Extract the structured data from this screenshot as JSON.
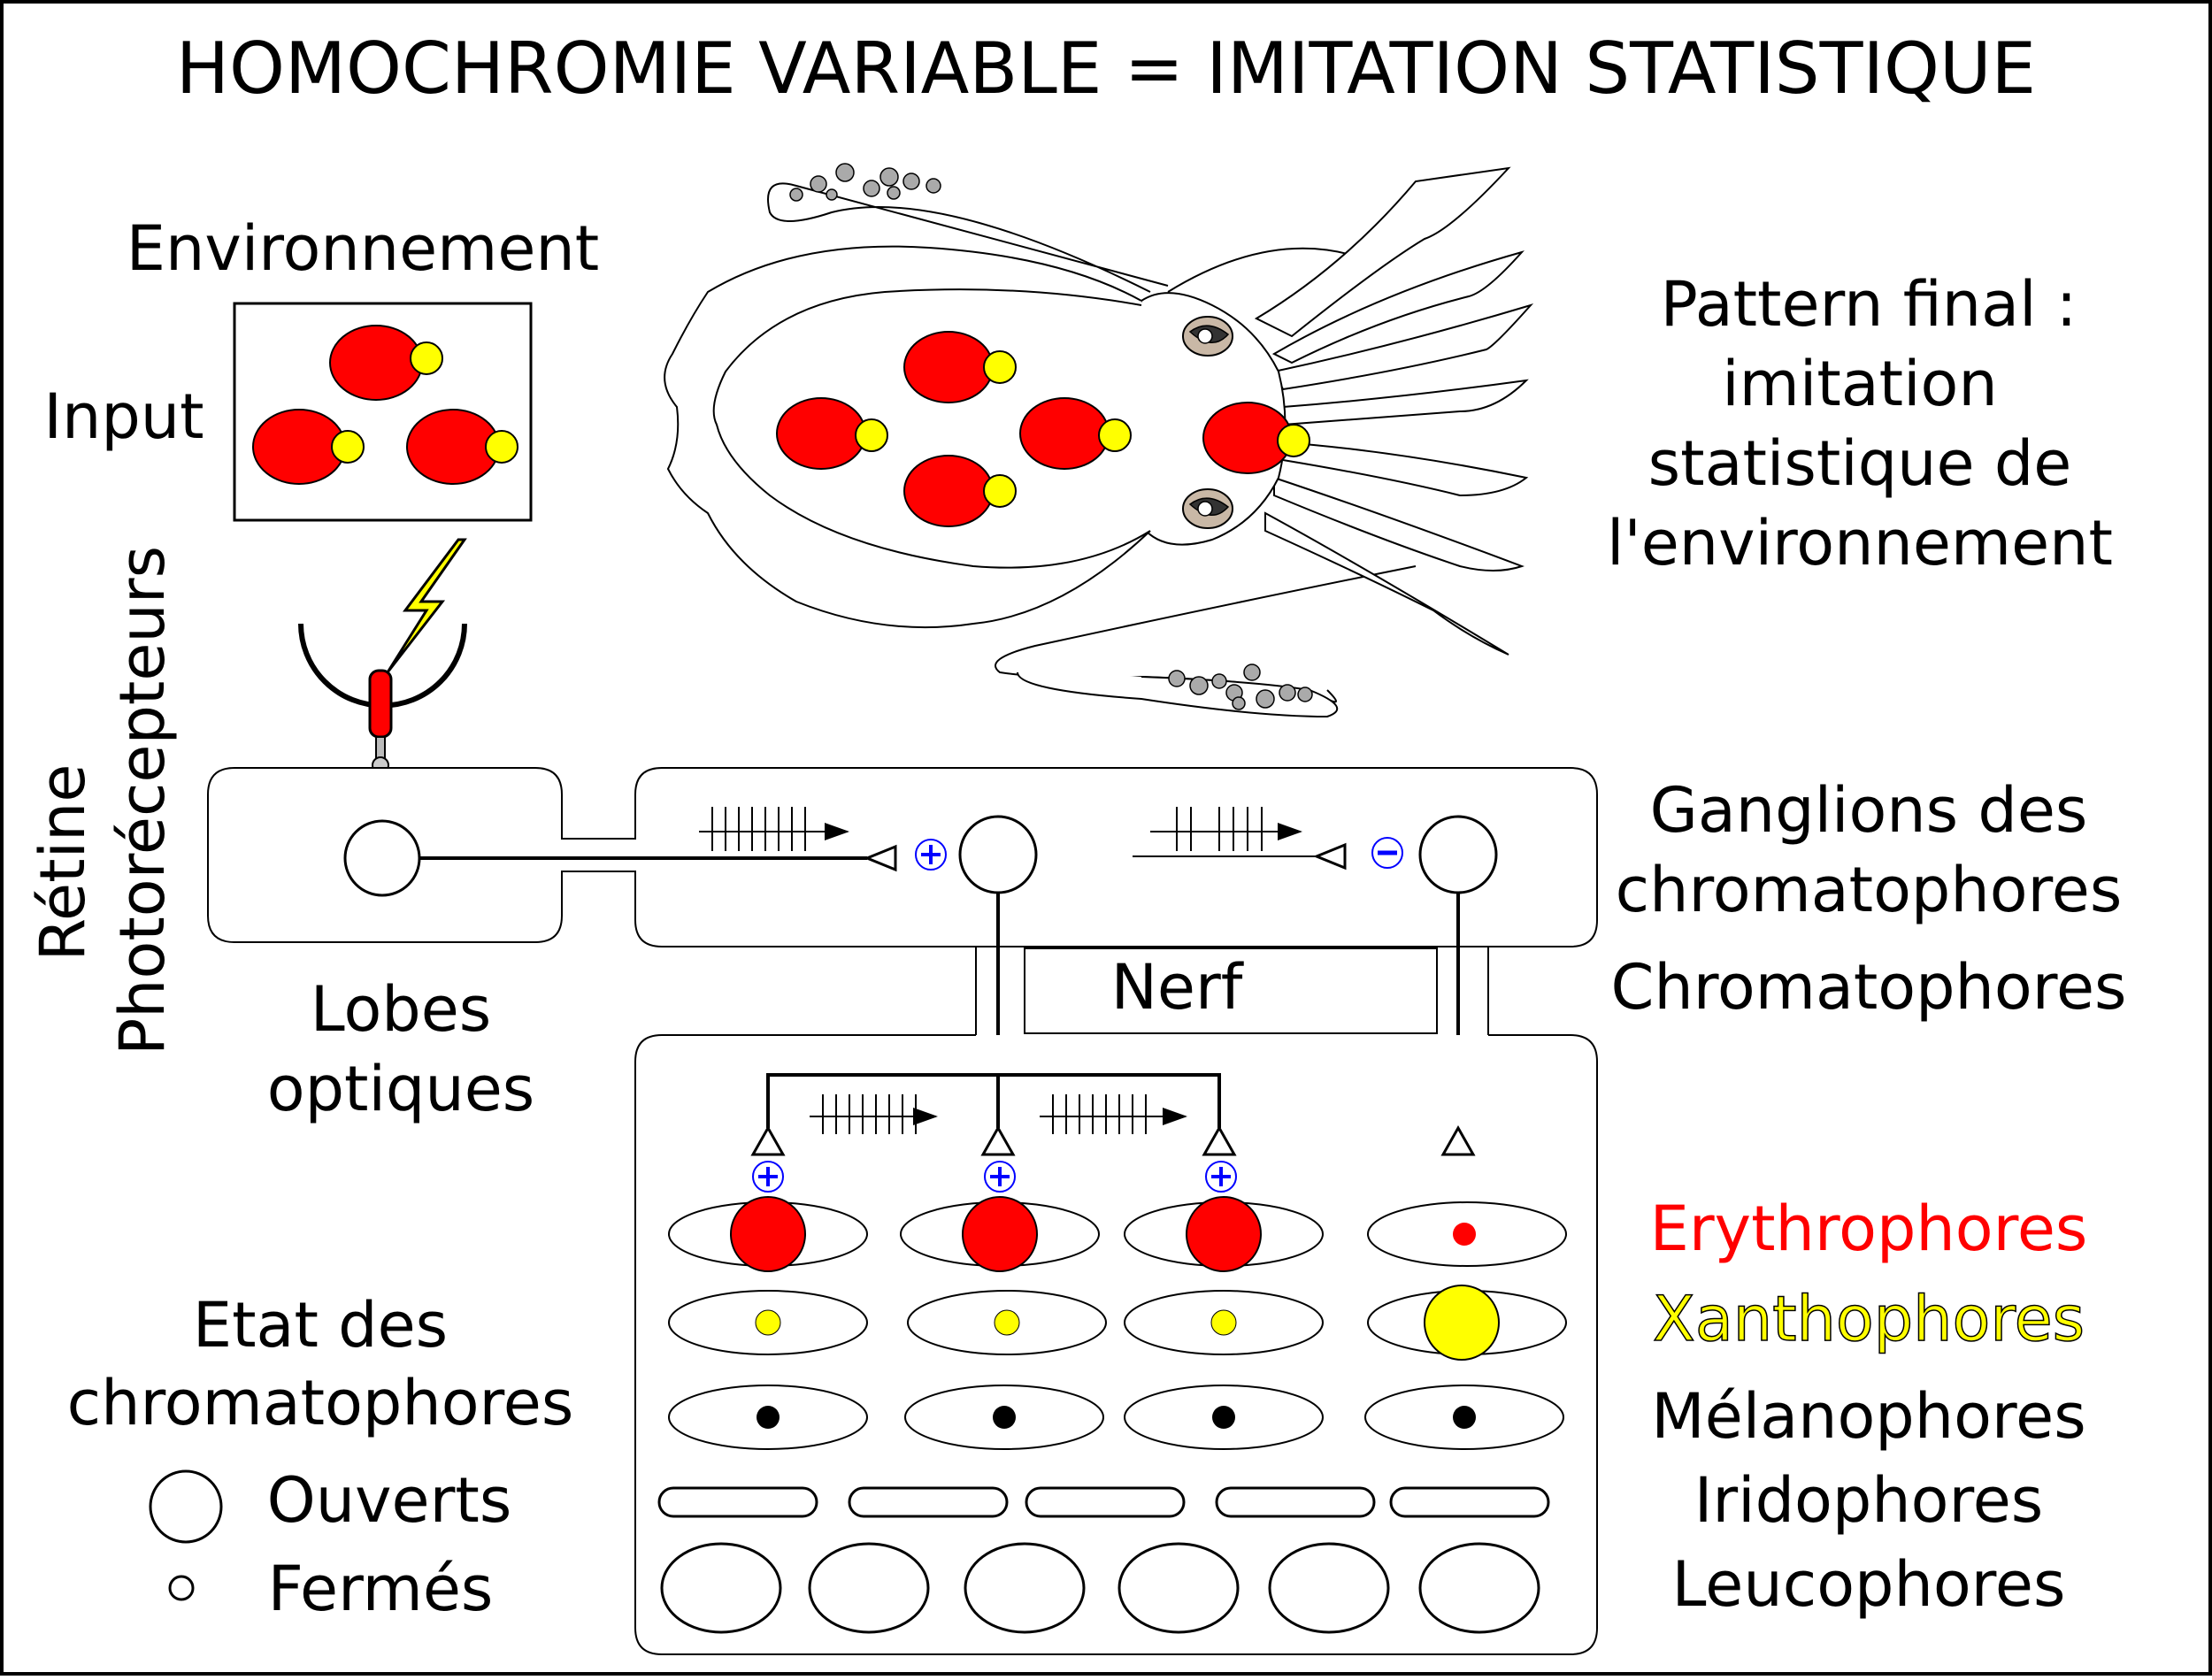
{
  "title": "HOMOCHROMIE VARIABLE = IMITATION STATISTIQUE",
  "labels": {
    "environnement": "Environnement",
    "input": "Input",
    "pattern_final": [
      "Pattern final :",
      "imitation",
      "statistique de",
      "l'environnement"
    ],
    "retine": "Rétine",
    "photorecepteurs": "Photorécepteurs",
    "ganglions": [
      "Ganglions des",
      "chromatophores"
    ],
    "chromatophores": "Chromatophores",
    "lobes": [
      "Lobes",
      "optiques"
    ],
    "nerf": "Nerf",
    "etat": [
      "Etat des",
      "chromatophores"
    ],
    "ouverts": "Ouverts",
    "fermes": "Fermés"
  },
  "cell_types": [
    {
      "name": "Erythrophores",
      "color": "#ff0000"
    },
    {
      "name": "Xanthophores",
      "color": "#ffff00"
    },
    {
      "name": "Mélanophores",
      "color": "#000000"
    },
    {
      "name": "Iridophores",
      "color": "#000000"
    },
    {
      "name": "Leucophores",
      "color": "#000000"
    }
  ],
  "signs": {
    "plus": "+",
    "minus": "−"
  },
  "colors": {
    "red": "#ff0000",
    "yellow": "#ffff00",
    "blue": "#0000ff",
    "black": "#000000"
  }
}
